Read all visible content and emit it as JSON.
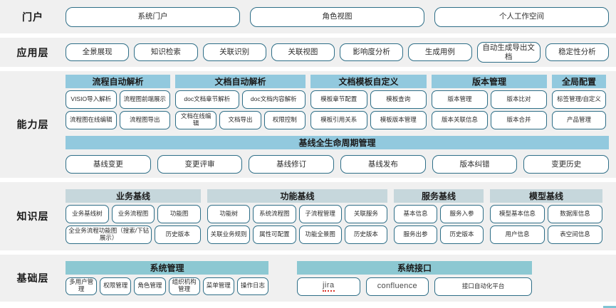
{
  "colors": {
    "band_bg": "#f0f0f0",
    "chip_border": "#2e6e87",
    "capability_header": "#92c9de",
    "knowledge_header": "#c6d7dc",
    "foundation_header": "#8cc8d2",
    "spellcheck_underline": "#d8342a"
  },
  "layers": {
    "portal": {
      "label": "门户",
      "items": [
        "系统门户",
        "角色视图",
        "个人工作空间"
      ]
    },
    "application": {
      "label": "应用层",
      "items": [
        "全景展现",
        "知识检索",
        "关联识别",
        "关联视图",
        "影响度分析",
        "生成用例",
        "自动生成导出文档",
        "稳定性分析"
      ]
    },
    "capability": {
      "label": "能力层",
      "groups": [
        {
          "title": "流程自动解析",
          "row1": [
            "VISIO导入解析",
            "流程图前端展示"
          ],
          "row2": [
            "流程图在线编辑",
            "流程图导出"
          ]
        },
        {
          "title": "文档自动解析",
          "row1": [
            "doc文档章节解析",
            "doc文档内容解析"
          ],
          "row2": [
            "文档在线编辑",
            "文档导出",
            "权限控制"
          ]
        },
        {
          "title": "文档模板自定义",
          "row1": [
            "模板章节配置",
            "模板查询"
          ],
          "row2": [
            "模板引用关系",
            "模板版本管理"
          ]
        },
        {
          "title": "版本管理",
          "row1": [
            "版本管理",
            "版本比对"
          ],
          "row2": [
            "版本关联信息",
            "版本合并"
          ]
        },
        {
          "title": "全局配置",
          "row1": [
            "标签管理/自定义"
          ],
          "row2": [
            "产品管理"
          ]
        }
      ],
      "lifecycle": {
        "title": "基线全生命周期管理",
        "items": [
          "基线变更",
          "变更评审",
          "基线修订",
          "基线发布",
          "版本纠错",
          "变更历史"
        ]
      }
    },
    "knowledge": {
      "label": "知识层",
      "groups": [
        {
          "title": "业务基线",
          "row1": [
            "业务基线树",
            "业务流程图",
            "功能图"
          ],
          "row2": [
            "全业务流程功能图（搜索/下钻展示）",
            "历史版本"
          ]
        },
        {
          "title": "功能基线",
          "row1": [
            "功能树",
            "系统流程图",
            "子流程管理",
            "关联服务"
          ],
          "row2": [
            "关联业务规则",
            "属性可配置",
            "功能全景图",
            "历史版本"
          ]
        },
        {
          "title": "服务基线",
          "row1": [
            "基本信息",
            "服务入参"
          ],
          "row2": [
            "服务出参",
            "历史版本"
          ]
        },
        {
          "title": "模型基线",
          "row1": [
            "模型基本信息",
            "数据库信息"
          ],
          "row2": [
            "用户信息",
            "表空间信息"
          ]
        }
      ]
    },
    "foundation": {
      "label": "基础层",
      "groups": [
        {
          "title": "系统管理",
          "items": [
            "多用户管理",
            "权限管理",
            "角色管理",
            "组织机构管理",
            "菜单管理",
            "操作日志"
          ]
        },
        {
          "title": "系统接口",
          "items": [
            "jira",
            "confluence",
            "接口自动化平台"
          ]
        }
      ]
    }
  }
}
